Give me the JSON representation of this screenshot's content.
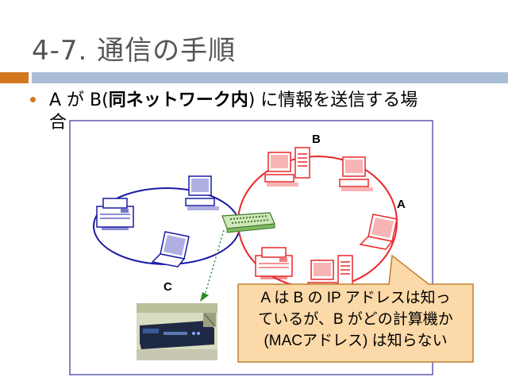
{
  "slide": {
    "title": "4-7. 通信の手順",
    "bullet": {
      "part1": "A が B(",
      "part_bold": "同ネットワーク内",
      "part2": ") に情報を送信する場",
      "line2": "合"
    }
  },
  "diagram": {
    "labels": {
      "a": "A",
      "b": "B",
      "c": "C"
    },
    "callout": {
      "line1": "A は B の IP アドレスは知っ",
      "line2": "ているが、B がどの計算機か",
      "line3": "(MACアドレス) は知らない"
    },
    "colors": {
      "accent_orange": "#d2781e",
      "title_bar_blue": "#a9bed6",
      "network_blue": "#1a1aa8",
      "network_red": "#e8282a",
      "callout_fill": "#fcd9a8",
      "callout_border": "#c08030"
    }
  }
}
